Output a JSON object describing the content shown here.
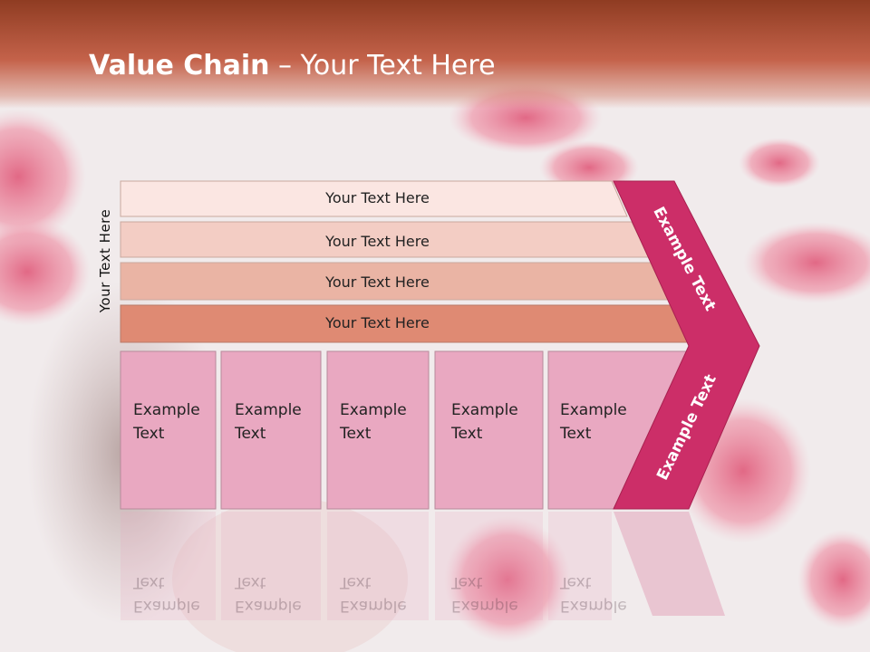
{
  "header": {
    "title_bold": "Value Chain",
    "title_rest": " – Your Text Here"
  },
  "side_label": "Your Text Here",
  "bars": [
    {
      "label": "Your Text Here"
    },
    {
      "label": "Your Text Here"
    },
    {
      "label": "Your Text Here"
    },
    {
      "label": "Your Text Here"
    }
  ],
  "boxes": [
    {
      "line1": "Example",
      "line2": "Text"
    },
    {
      "line1": "Example",
      "line2": "Text"
    },
    {
      "line1": "Example",
      "line2": "Text"
    },
    {
      "line1": "Example",
      "line2": "Text"
    },
    {
      "line1": "Example",
      "line2": "Text"
    }
  ],
  "chevron": {
    "upper_label": "Example Text",
    "lower_label": "Example Text"
  },
  "colors": {
    "header": "#c4624a",
    "bar1": "#fbe6e2",
    "bar2": "#f3cdc4",
    "bar3": "#eab4a4",
    "bar4": "#df8a73",
    "box": "#e9a8c1",
    "chevron": "#cc2e68"
  }
}
